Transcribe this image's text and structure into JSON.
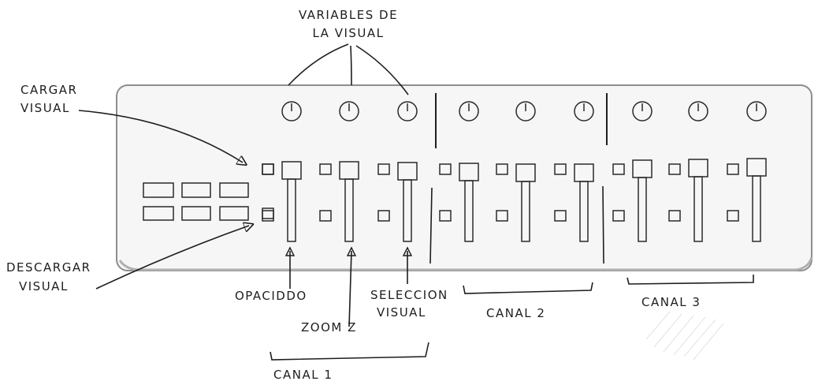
{
  "labels": {
    "variables_line1": "VARIABLES DE",
    "variables_line2": "LA VISUAL",
    "cargar_line1": "CARGAR",
    "cargar_line2": "VISUAL",
    "descargar_line1": "DESCARGAR",
    "descargar_line2": "VISUAL",
    "opacidad": "OPACIDDO",
    "zoom": "ZOOM Z",
    "seleccion_line1": "SELECCION",
    "seleccion_line2": "VISUAL",
    "canal1": "CANAL 1",
    "canal2": "CANAL 2",
    "canal3": "CANAL 3"
  },
  "controller": {
    "channels": 3,
    "strips_per_channel": 3,
    "left_pad_rows": 2,
    "left_pad_cols": 3
  }
}
